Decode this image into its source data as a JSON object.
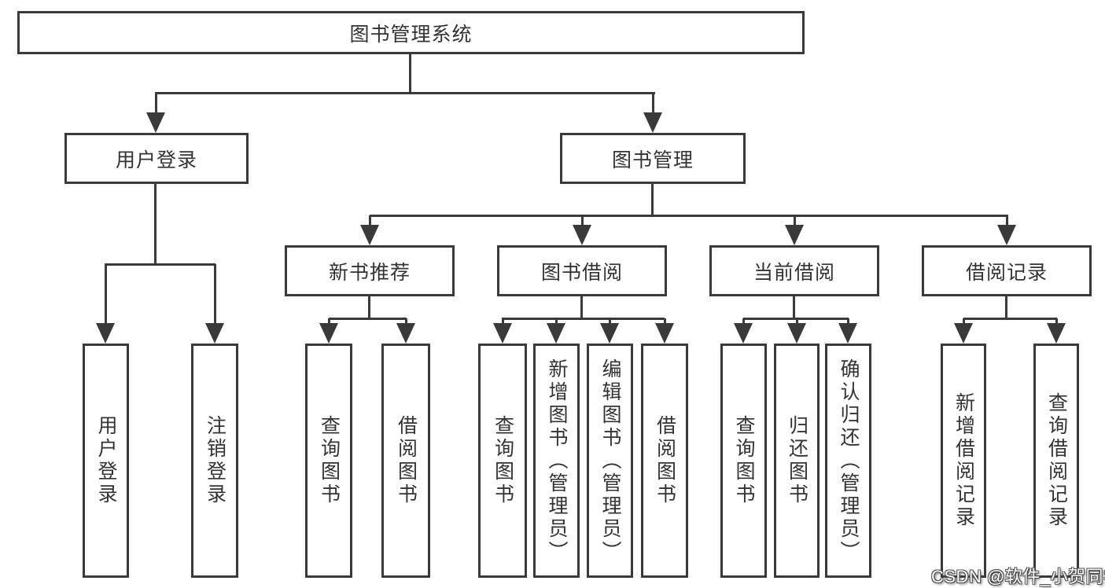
{
  "colors": {
    "line": "#3a3a3a",
    "text": "#333333",
    "background": "#ffffff",
    "watermark_fill": "#ffffff",
    "watermark_outline": "#4d4d4d"
  },
  "diagram": {
    "root": "图书管理系统",
    "user_login": {
      "label": "用户登录",
      "children": [
        "用户登录",
        "注销登录"
      ]
    },
    "book_mgmt": {
      "label": "图书管理",
      "new_book": {
        "label": "新书推荐",
        "children": [
          "查询图书",
          "借阅图书"
        ]
      },
      "book_borrow": {
        "label": "图书借阅",
        "children": [
          "查询图书",
          "新增图书（管理员）",
          "编辑图书（管理员）",
          "借阅图书"
        ]
      },
      "current_borrow": {
        "label": "当前借阅",
        "children": [
          "查询图书",
          "归还图书",
          "确认归还（管理员）"
        ]
      },
      "borrow_record": {
        "label": "借阅记录",
        "children": [
          "新增借阅记录",
          "查询借阅记录"
        ]
      }
    }
  },
  "watermark": "CSDN @软件_小贺同学"
}
